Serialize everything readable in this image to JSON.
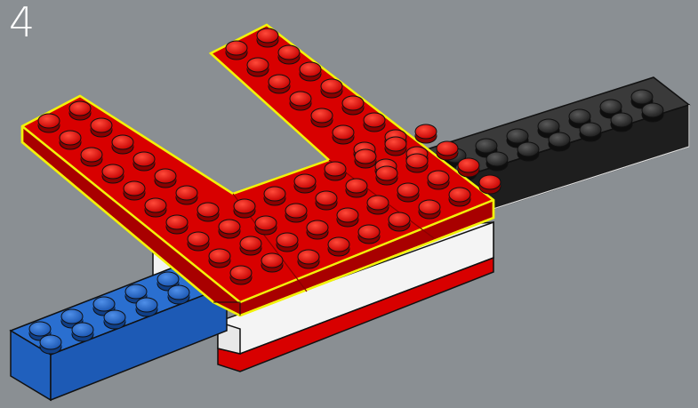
{
  "step": {
    "number": "4"
  },
  "colors": {
    "background": "#8a8f93",
    "red_brick": "#d80000",
    "red_shadow": "#9e0000",
    "white_brick": "#f4f4f4",
    "black_brick": "#2a2a2a",
    "blue_brick": "#2266c8",
    "highlight_outline": "#f2f20a"
  },
  "parts": [
    {
      "name": "black-brick-2x8",
      "color": "black"
    },
    {
      "name": "blue-brick-2x6",
      "color": "blue"
    },
    {
      "name": "white-brick-stack",
      "color": "white"
    },
    {
      "name": "red-plate-frame",
      "color": "red",
      "highlighted": true
    }
  ]
}
